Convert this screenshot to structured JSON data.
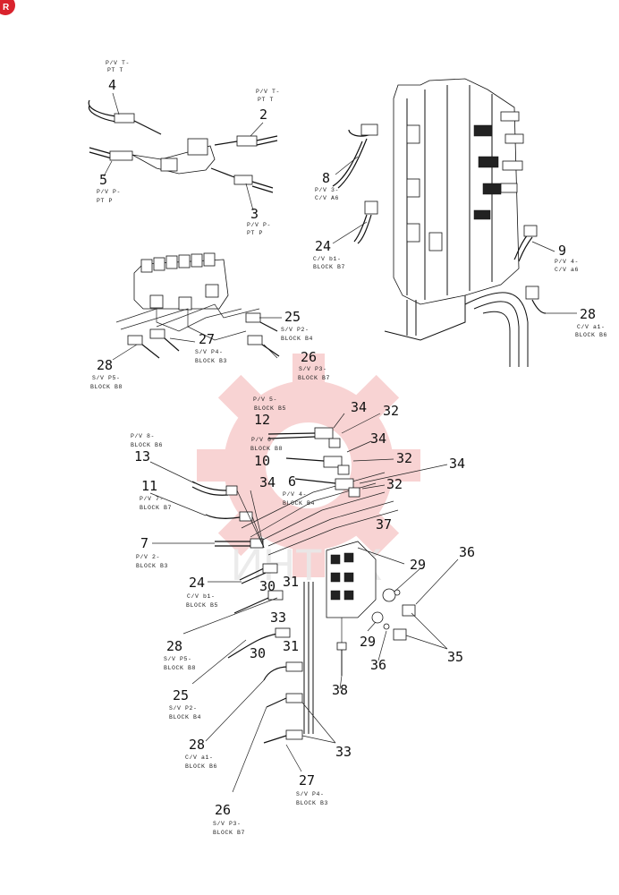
{
  "logo": {
    "text": "R",
    "color": "#d9232d"
  },
  "watermark": {
    "text": "ИНТЕХ",
    "color": "#f2b8b8"
  },
  "callouts": [
    {
      "id": "c4",
      "num": "4",
      "lines": [
        "P/V T-",
        "PT T"
      ]
    },
    {
      "id": "c2",
      "num": "2",
      "lines": [
        "P/V T-",
        "PT T"
      ]
    },
    {
      "id": "c5",
      "num": "5",
      "lines": [
        "P/V P-",
        "PT P"
      ]
    },
    {
      "id": "c3",
      "num": "3",
      "lines": [
        "P/V P-",
        "PT P"
      ]
    },
    {
      "id": "c8",
      "num": "8",
      "lines": [
        "P/V 3-",
        "C/V A6"
      ]
    },
    {
      "id": "c24a",
      "num": "24",
      "lines": [
        "C/V b1-",
        "BLOCK B7"
      ]
    },
    {
      "id": "c9",
      "num": "9",
      "lines": [
        "P/V 4-",
        "C/V a6"
      ]
    },
    {
      "id": "c28a",
      "num": "28",
      "lines": [
        "C/V a1-",
        "BLOCK B6"
      ]
    },
    {
      "id": "c25a",
      "num": "25",
      "lines": [
        "S/V P2-",
        "BLOCK B4"
      ]
    },
    {
      "id": "c27a",
      "num": "27",
      "lines": [
        "S/V P4-",
        "BLOCK B3"
      ]
    },
    {
      "id": "c28b",
      "num": "28",
      "lines": [
        "S/V P5-",
        "BLOCK B8"
      ]
    },
    {
      "id": "c26a",
      "num": "26",
      "lines": [
        "S/V P3-",
        "BLOCK B7"
      ]
    },
    {
      "id": "c12",
      "num": "12",
      "lines": [
        "P/V 5-",
        "BLOCK B5"
      ]
    },
    {
      "id": "c10",
      "num": "10",
      "lines": [
        "P/V 6-",
        "BLOCK B8"
      ]
    },
    {
      "id": "c6",
      "num": "6",
      "lines": [
        "P/V 4-",
        "BLOCK B4"
      ]
    },
    {
      "id": "c13",
      "num": "13",
      "lines": [
        "P/V 8-",
        "BLOCK B6"
      ]
    },
    {
      "id": "c11",
      "num": "11",
      "lines": [
        "P/V 7-",
        "BLOCK B7"
      ]
    },
    {
      "id": "c7",
      "num": "7",
      "lines": [
        "P/V 2-",
        "BLOCK B3"
      ]
    },
    {
      "id": "c24b",
      "num": "24",
      "lines": [
        "C/V b1-",
        "BLOCK B5"
      ]
    },
    {
      "id": "c28c",
      "num": "28",
      "lines": [
        "S/V P5-",
        "BLOCK B8"
      ]
    },
    {
      "id": "c25b",
      "num": "25",
      "lines": [
        "S/V P2-",
        "BLOCK B4"
      ]
    },
    {
      "id": "c28d",
      "num": "28",
      "lines": [
        "C/V a1-",
        "BLOCK B6"
      ]
    },
    {
      "id": "c27b",
      "num": "27",
      "lines": [
        "S/V P4-",
        "BLOCK B3"
      ]
    },
    {
      "id": "c26b",
      "num": "26",
      "lines": [
        "S/V P3-",
        "BLOCK B7"
      ]
    }
  ],
  "plain_numbers": [
    {
      "id": "n34a",
      "num": "34"
    },
    {
      "id": "n32a",
      "num": "32"
    },
    {
      "id": "n34b",
      "num": "34"
    },
    {
      "id": "n32b",
      "num": "32"
    },
    {
      "id": "n34c",
      "num": "34"
    },
    {
      "id": "n32c",
      "num": "32"
    },
    {
      "id": "n34d",
      "num": "34"
    },
    {
      "id": "n37",
      "num": "37"
    },
    {
      "id": "n29a",
      "num": "29"
    },
    {
      "id": "n36a",
      "num": "36"
    },
    {
      "id": "n30a",
      "num": "30"
    },
    {
      "id": "n31a",
      "num": "31"
    },
    {
      "id": "n33a",
      "num": "33"
    },
    {
      "id": "n29b",
      "num": "29"
    },
    {
      "id": "n36b",
      "num": "36"
    },
    {
      "id": "n35",
      "num": "35"
    },
    {
      "id": "n38",
      "num": "38"
    },
    {
      "id": "n30b",
      "num": "30"
    },
    {
      "id": "n31b",
      "num": "31"
    },
    {
      "id": "n33b",
      "num": "33"
    }
  ]
}
